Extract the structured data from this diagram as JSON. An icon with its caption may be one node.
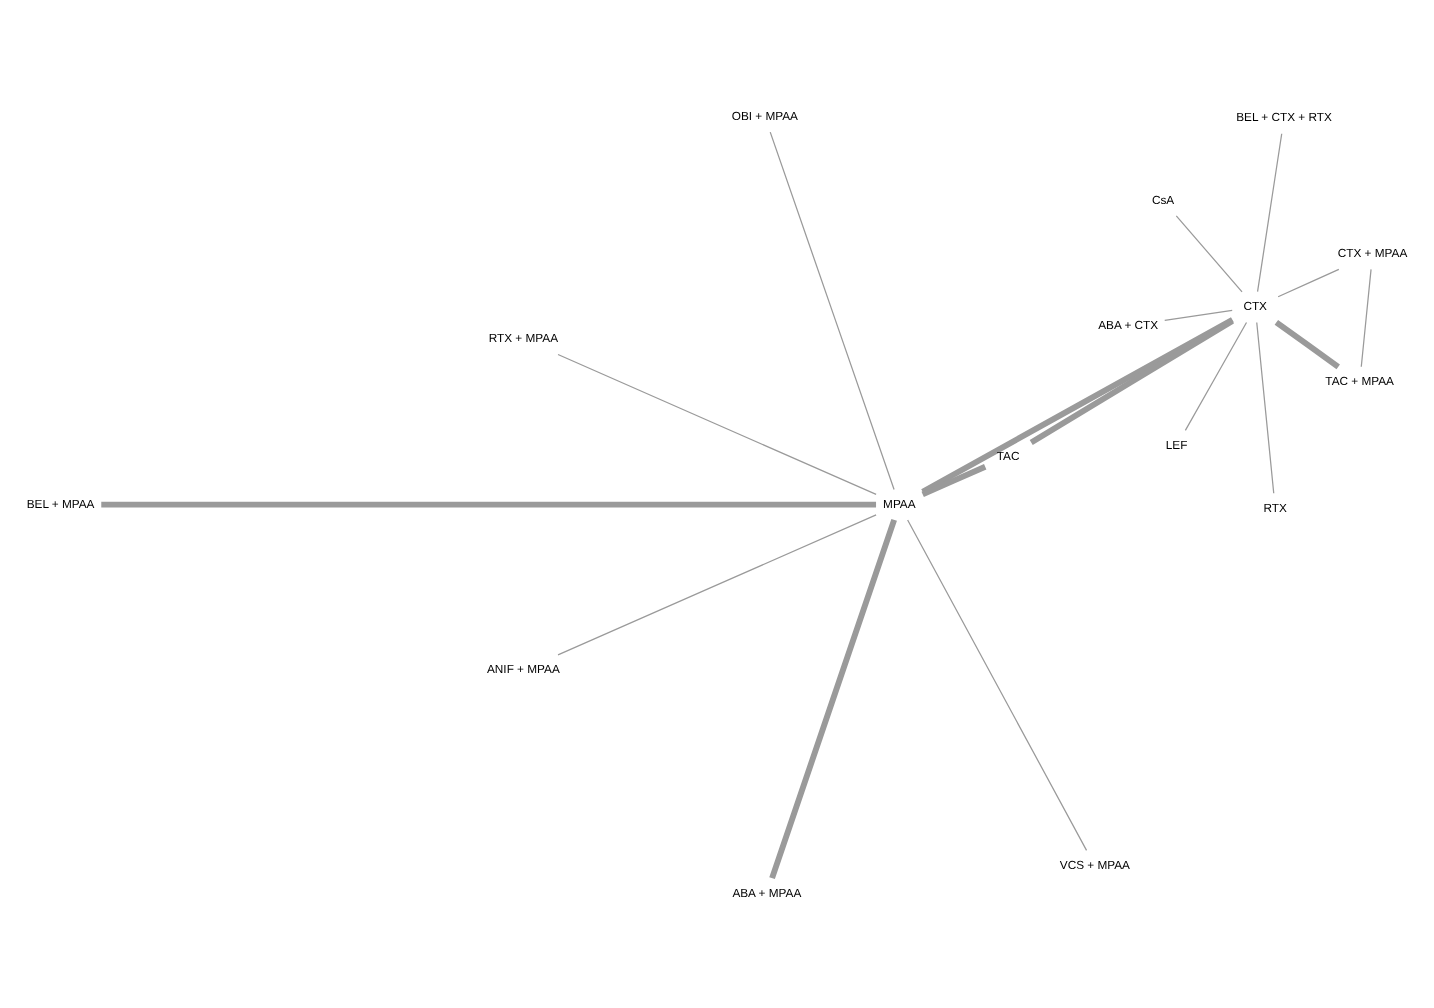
{
  "diagram": {
    "nodes": [
      {
        "text": [
          "BEL + MPAA"
        ]
      },
      {
        "text": [
          "BEL + CTX + RTX"
        ]
      },
      {
        "text": [
          "ANIF + MPAA"
        ]
      },
      {
        "text": [
          "CsA"
        ]
      },
      {
        "text": [
          "ABA + MPAA"
        ]
      },
      {
        "text": [
          "CTX"
        ]
      },
      {
        "text": [
          "ABA + CTX"
        ]
      },
      {
        "text": [
          "CTX + MPAA"
        ]
      },
      {
        "text": [
          "VCS + MPAA"
        ]
      },
      {
        "text": [
          "LEF"
        ]
      },
      {
        "text": [
          "TAC + MPAA"
        ]
      },
      {
        "text": [
          "MPAA"
        ]
      },
      {
        "text": [
          "TAC"
        ]
      },
      {
        "text": [
          "OBI + MPAA"
        ]
      },
      {
        "text": [
          "RTX + MPAA"
        ]
      },
      {
        "text": [
          "RTX"
        ]
      }
    ],
    "edges": [
      {
        "from": 5,
        "to": 3,
        "arrow": "none"
      },
      {
        "from": 5,
        "to": 1,
        "arrow": "none"
      },
      {
        "from": 5,
        "to": 6,
        "arrow": "none"
      },
      {
        "from": 5,
        "to": 7,
        "arrow": "none"
      },
      {
        "from": 5,
        "to": 9,
        "arrow": "none"
      },
      {
        "from": 5,
        "to": 11,
        "arrow": "none",
        "style": "thick"
      },
      {
        "from": 5,
        "to": 10,
        "arrow": "none",
        "style": "thick"
      },
      {
        "from": 5,
        "to": 12,
        "arrow": "none",
        "style": "thick"
      },
      {
        "from": 5,
        "to": 15,
        "arrow": "none"
      },
      {
        "from": 7,
        "to": 10,
        "arrow": "none"
      },
      {
        "from": 11,
        "to": 0,
        "arrow": "none",
        "style": "thick"
      },
      {
        "from": 11,
        "to": 2,
        "arrow": "none"
      },
      {
        "from": 11,
        "to": 4,
        "arrow": "none",
        "style": "thick"
      },
      {
        "from": 11,
        "to": 8,
        "arrow": "none"
      },
      {
        "from": 11,
        "to": 12,
        "arrow": "none",
        "style": "thick"
      },
      {
        "from": 11,
        "to": 13,
        "arrow": "none"
      },
      {
        "from": 11,
        "to": 14,
        "arrow": "none"
      }
    ]
  }
}
